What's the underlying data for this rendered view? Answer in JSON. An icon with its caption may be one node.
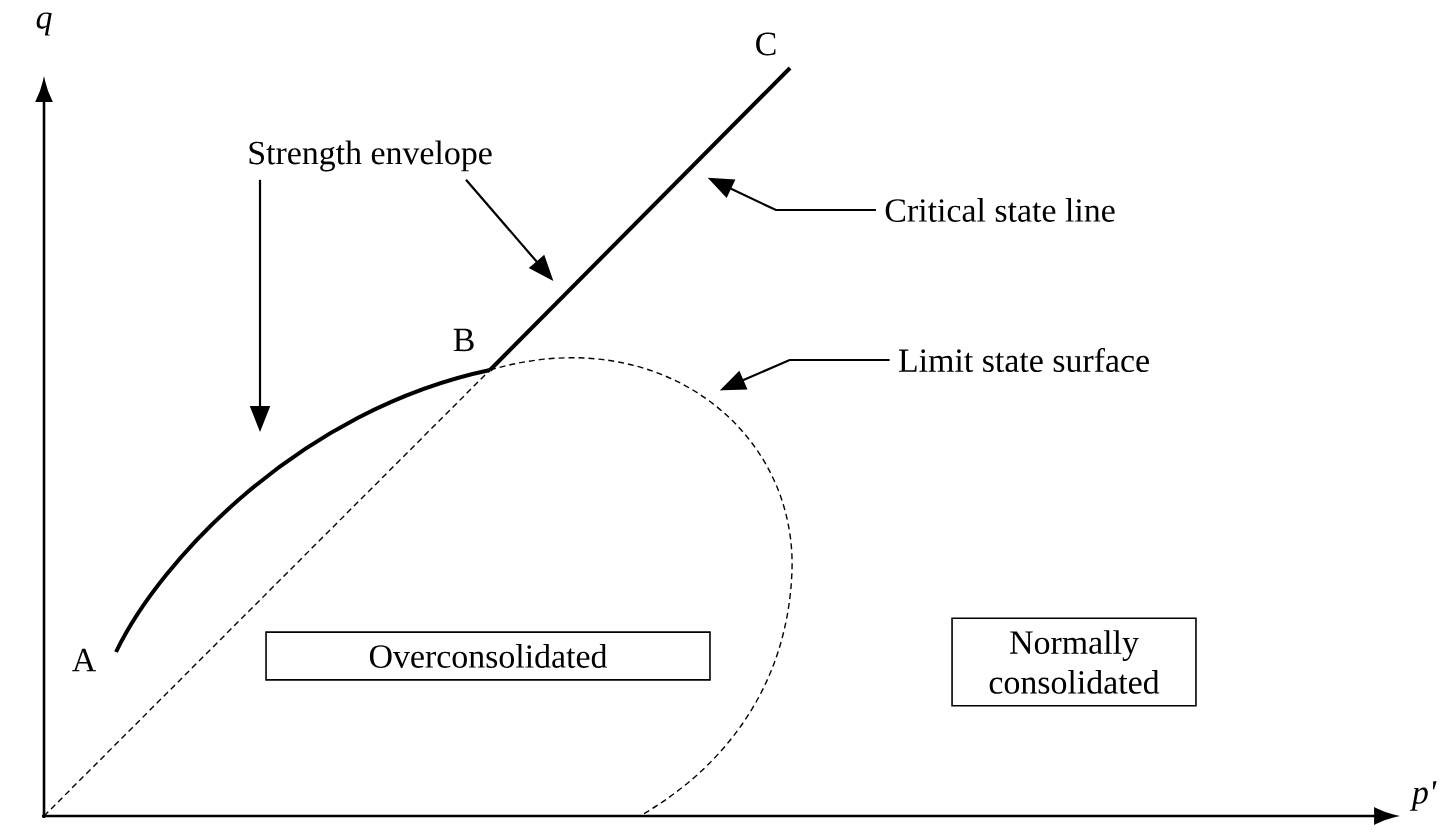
{
  "diagram": {
    "nodes": [
      {
        "text": [
          "Strength envelope"
        ]
      },
      {
        "text": [
          "Critical state line"
        ]
      },
      {
        "text": [
          "Limit state surface"
        ]
      },
      {
        "text": [
          "Overconsolidated"
        ]
      },
      {
        "text": [
          "Normally consolidated"
        ]
      },
      {
        "text": [],
        "shape": "line"
      },
      {
        "text": [],
        "shape": "line"
      },
      {
        "text": [],
        "shape": "line"
      }
    ],
    "edges": [
      {
        "from": 0,
        "to": 5,
        "arrow": "to"
      },
      {
        "from": 0,
        "to": 6,
        "arrow": "to"
      },
      {
        "from": 1,
        "to": 6,
        "arrow": "to"
      },
      {
        "from": 2,
        "to": 7,
        "arrow": "to"
      }
    ],
    "labels": [
      "q",
      "C",
      "B",
      "A",
      "p'"
    ]
  }
}
